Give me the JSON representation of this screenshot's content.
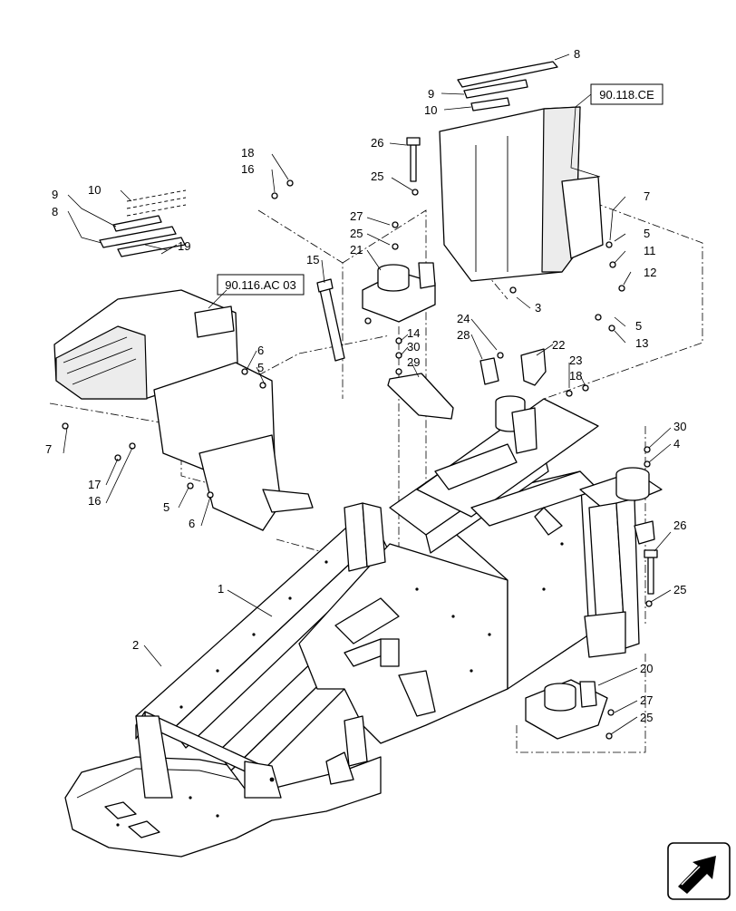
{
  "references": [
    {
      "id": "ref-90-118-ce",
      "text": "90.118.CE"
    },
    {
      "id": "ref-90-116-ac-03",
      "text": "90.116.AC 03"
    }
  ],
  "callouts": {
    "c1": "1",
    "c2": "2",
    "c3": "3",
    "c4": "4",
    "c5a": "5",
    "c5b": "5",
    "c5c": "5",
    "c5d": "5",
    "c6a": "6",
    "c6b": "6",
    "c7a": "7",
    "c7b": "7",
    "c8a": "8",
    "c8b": "8",
    "c9a": "9",
    "c9b": "9",
    "c10a": "10",
    "c10b": "10",
    "c11": "11",
    "c12": "12",
    "c13": "13",
    "c14": "14",
    "c15": "15",
    "c16a": "16",
    "c16b": "16",
    "c17": "17",
    "c18a": "18",
    "c18b": "18",
    "c19": "19",
    "c20": "20",
    "c21": "21",
    "c22": "22",
    "c23": "23",
    "c24": "24",
    "c25a": "25",
    "c25b": "25",
    "c25c": "25",
    "c25d": "25",
    "c26a": "26",
    "c26b": "26",
    "c27a": "27",
    "c27b": "27",
    "c28": "28",
    "c29": "29",
    "c30a": "30",
    "c30b": "30"
  },
  "icons": {
    "navigation": "next-page-arrow-icon"
  }
}
